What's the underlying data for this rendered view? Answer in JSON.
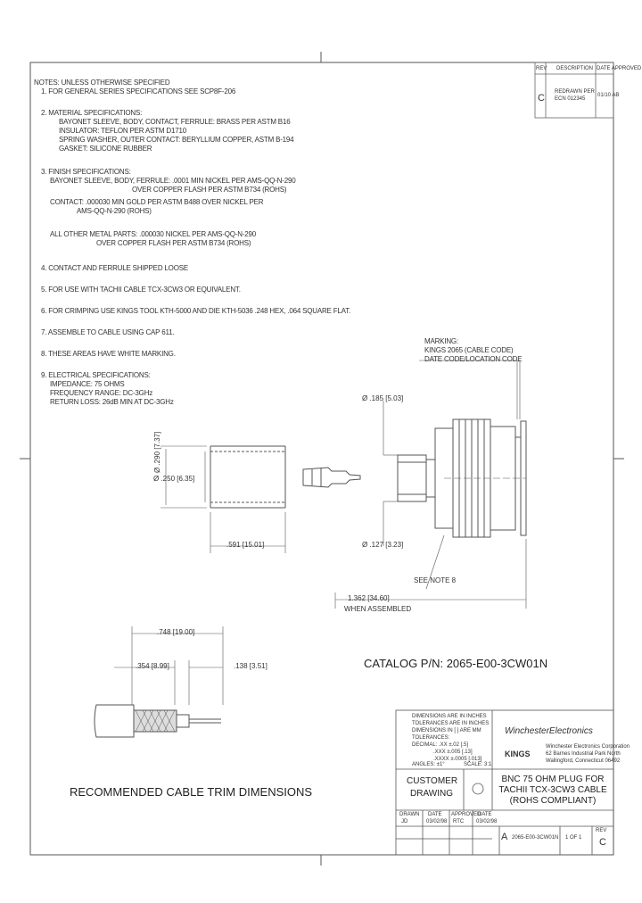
{
  "notes": {
    "header": "NOTES: UNLESS OTHERWISE SPECIFIED",
    "n1": "1. FOR GENERAL SERIES SPECIFICATIONS SEE SCP8F-206",
    "n2": "2. MATERIAL SPECIFICATIONS:",
    "n2a": "BAYONET SLEEVE, BODY, CONTACT, FERRULE: BRASS PER ASTM B16",
    "n2b": "INSULATOR: TEFLON PER ASTM D1710",
    "n2c": "SPRING WASHER, OUTER CONTACT: BERYLLIUM COPPER, ASTM B-194",
    "n2d": "GASKET: SILICONE RUBBER",
    "n3": "3. FINISH SPECIFICATIONS:",
    "n3a": "BAYONET SLEEVE, BODY, FERRULE: .0001 MIN NICKEL PER AMS-QQ-N-290",
    "n3b": "OVER COPPER FLASH PER ASTM B734 (ROHS)",
    "n3c": "CONTACT: .000030 MIN GOLD PER ASTM B488 OVER NICKEL PER",
    "n3d": "AMS-QQ-N-290 (ROHS)",
    "n3e": "ALL OTHER METAL PARTS: .000030 NICKEL PER AMS-QQ-N-290",
    "n3f": "OVER COPPER FLASH PER ASTM B734 (ROHS)",
    "n4": "4. CONTACT AND FERRULE SHIPPED LOOSE",
    "n5": "5. FOR USE WITH TACHII CABLE TCX-3CW3 OR EQUIVALENT.",
    "n6": "6. FOR CRIMPING USE KINGS TOOL KTH-5000 AND DIE KTH-5036 .248 HEX, .064 SQUARE FLAT.",
    "n7": "7. ASSEMBLE TO CABLE USING CAP 611.",
    "n8": "8. THESE AREAS HAVE WHITE MARKING.",
    "n9": "9. ELECTRICAL SPECIFICATIONS:",
    "n9a": "IMPEDANCE: 75 OHMS",
    "n9b": "FREQUENCY RANGE: DC-3GHz",
    "n9c": "RETURN LOSS: 26dB MIN AT DC-3GHz"
  },
  "marking": {
    "l1": "MARKING:",
    "l2": "KINGS 2065 (CABLE CODE)",
    "l3": "DATE CODE/LOCATION CODE"
  },
  "dims": {
    "d_ferrule_len": ".591 [15.01]",
    "d_outer": "Ø .290 [7.37]",
    "d_inner": "Ø .250 [6.35]",
    "d_top": "Ø .185 [5.03]",
    "d_bottom": "Ø .127 [3.23]",
    "see_note": "SEE NOTE 8",
    "assembled_len": "1.362 [34.60]",
    "assembled_when": "WHEN ASSEMBLED",
    "trim_total": ".748 [19.00]",
    "trim_a": ".354 [8.99]",
    "trim_b": ".138 [3.51]"
  },
  "catalog": "CATALOG P/N: 2065-E00-3CW01N",
  "trim_title": "RECOMMENDED CABLE TRIM DIMENSIONS",
  "revision": {
    "col_rev": "REV",
    "col_desc": "DESCRIPTION",
    "col_date": "DATE APPROVED",
    "rev": "C",
    "desc1": "REDRAWN PER",
    "desc2": "ECN 012345",
    "date": "01/10 AB"
  },
  "titleblock": {
    "tol1": "DIMENSIONS ARE IN INCHES",
    "tol2": "TOLERANCES ARE IN INCHES",
    "tol3": "DIMENSIONS IN [ ] ARE MM",
    "tol4": "TOLERANCES:",
    "tol5": "DECIMAL: .XX ±.02 [.5]",
    "tol6": ".XXX ±.005 [.13]",
    "tol7": ".XXXX ±.0005 [.013]",
    "angles": "ANGLES: ±1°",
    "scale": "SCALE: 3:1",
    "company": "WinchesterElectronics",
    "company_div1": "Winchester Electronics Corporation",
    "company_div2": "62 Barnes Industrial Park North",
    "company_div3": "Wallingford, Connecticut 06492",
    "brand": "KINGS",
    "customer": "CUSTOMER",
    "drawing": "DRAWING",
    "title1": "BNC 75 OHM PLUG FOR",
    "title2": "TACHII TCX-3CW3 CABLE",
    "title3": "(ROHS COMPLIANT)",
    "drawn": "DRAWN",
    "date_lbl": "DATE",
    "approved": "APPROVED",
    "date2": "DATE",
    "drawn_by": "JD",
    "drawn_date": "03/02/98",
    "appr_by": "RTC",
    "appr_date": "03/02/98",
    "size": "A",
    "dwg_no": "2065-E00-3CW01N",
    "sheet": "1 OF 1",
    "rev_lbl": "REV",
    "rev_val": "C"
  }
}
